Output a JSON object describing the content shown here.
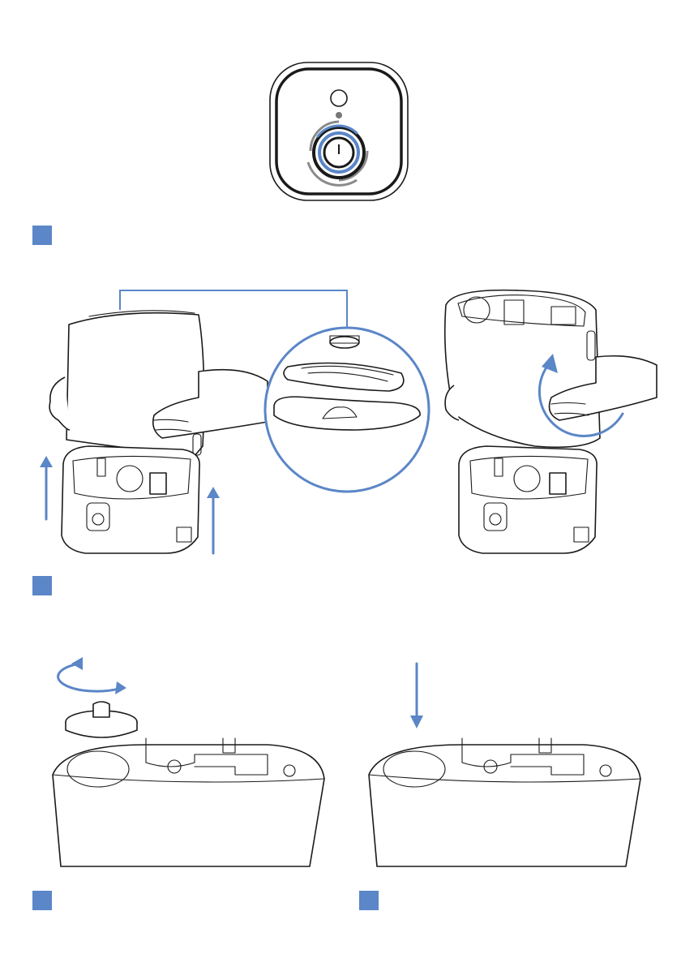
{
  "colors": {
    "accent": "#5b86c7",
    "ink": "#1a1a1a",
    "grey": "#8a8a8a"
  },
  "icons": {
    "control_panel": "power-button-icon",
    "indicator": "indicator-light-icon",
    "arrow_up": "arrow-up-icon",
    "arrow_down": "arrow-down-icon",
    "rotate": "rotate-arrow-icon"
  },
  "steps": [
    {
      "marker": "step-marker-1"
    },
    {
      "marker": "step-marker-2"
    },
    {
      "marker": "step-marker-3"
    },
    {
      "marker": "step-marker-4"
    }
  ]
}
